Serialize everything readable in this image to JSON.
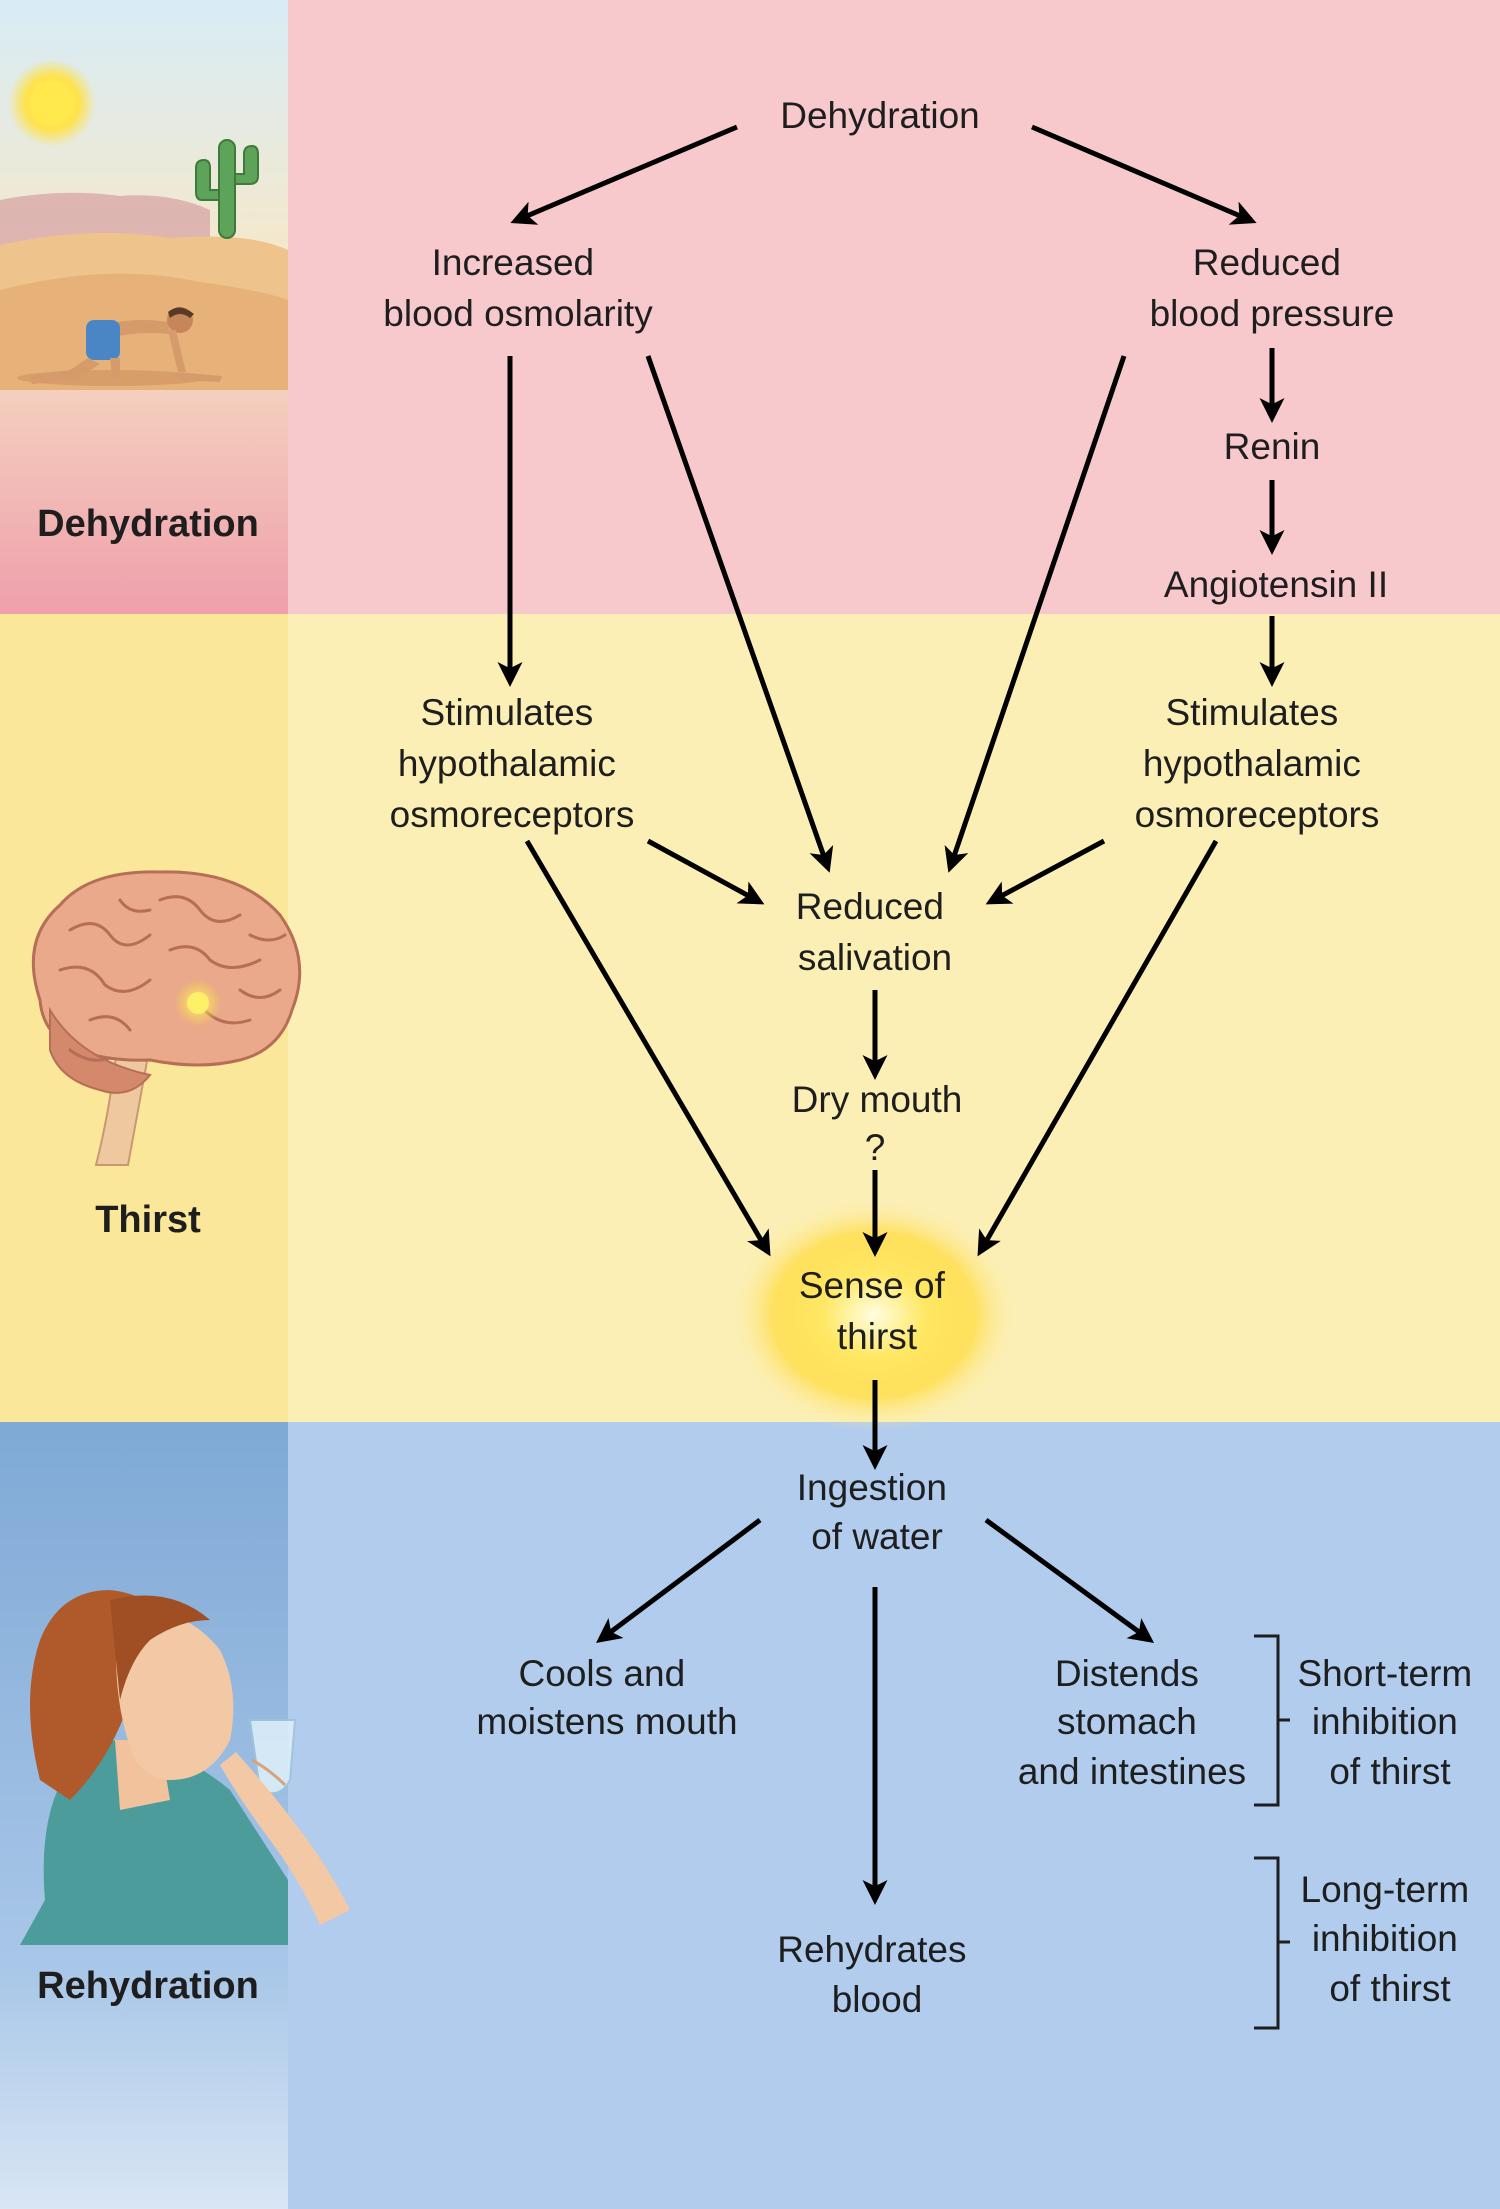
{
  "colors": {
    "dehydration_band": "#f7c9cd",
    "thirst_band": "#fcefb5",
    "rehydration_band": "#b1cced",
    "dehydration_side": "#ef9fab",
    "thirst_side": "#fbe79a",
    "rehydration_side": "#8fb6dd",
    "glow": "#ffd930",
    "arrow": "#000000"
  },
  "bands": {
    "dehydration_label": "Dehydration",
    "thirst_label": "Thirst",
    "rehydration_label": "Rehydration"
  },
  "illustrations": [
    "desert-crawler",
    "brain",
    "woman-drinking"
  ],
  "nodes": {
    "dehydration": "Dehydration",
    "increased_osmolarity": [
      "Increased",
      "blood osmolarity"
    ],
    "reduced_pressure": [
      "Reduced",
      "blood pressure"
    ],
    "renin": "Renin",
    "angiotensin": "Angiotensin II",
    "osmoreceptors_left": [
      "Stimulates",
      "hypothalamic",
      "osmoreceptors"
    ],
    "osmoreceptors_right": [
      "Stimulates",
      "hypothalamic",
      "osmoreceptors"
    ],
    "reduced_salivation": [
      "Reduced",
      "salivation"
    ],
    "dry_mouth": "Dry mouth",
    "question": "?",
    "sense_of_thirst": [
      "Sense of",
      "thirst"
    ],
    "ingestion": [
      "Ingestion",
      "of water"
    ],
    "cools_mouth": [
      "Cools and",
      "moistens mouth"
    ],
    "distends": [
      "Distends",
      "stomach",
      "and intestines"
    ],
    "rehydrates": [
      "Rehydrates",
      "blood"
    ],
    "short_term": [
      "Short-term",
      "inhibition",
      "of thirst"
    ],
    "long_term": [
      "Long-term",
      "inhibition",
      "of thirst"
    ]
  }
}
